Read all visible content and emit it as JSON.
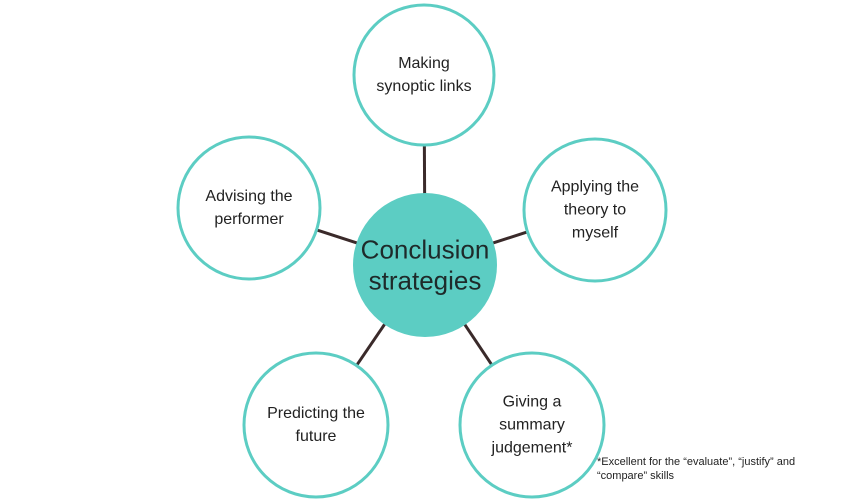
{
  "colors": {
    "accent": "#5ccdc3",
    "connector": "#3a2a2a",
    "node_fill": "#ffffff",
    "node_stroke": "#5ccdc3"
  },
  "center": {
    "lines": [
      "Conclusion",
      "strategies"
    ]
  },
  "nodes": [
    {
      "id": "making-synoptic-links",
      "lines": [
        "Making",
        "synoptic links"
      ]
    },
    {
      "id": "applying-the-theory",
      "lines": [
        "Applying the",
        "theory to",
        "myself"
      ]
    },
    {
      "id": "giving-summary-judgement",
      "lines": [
        "Giving a",
        "summary",
        "judgement*"
      ]
    },
    {
      "id": "predicting-the-future",
      "lines": [
        "Predicting the",
        "future"
      ]
    },
    {
      "id": "advising-the-performer",
      "lines": [
        "Advising the",
        "performer"
      ]
    }
  ],
  "footnote": {
    "text": "*Excellent for the “evaluate”, “justify” and “compare” skills"
  }
}
